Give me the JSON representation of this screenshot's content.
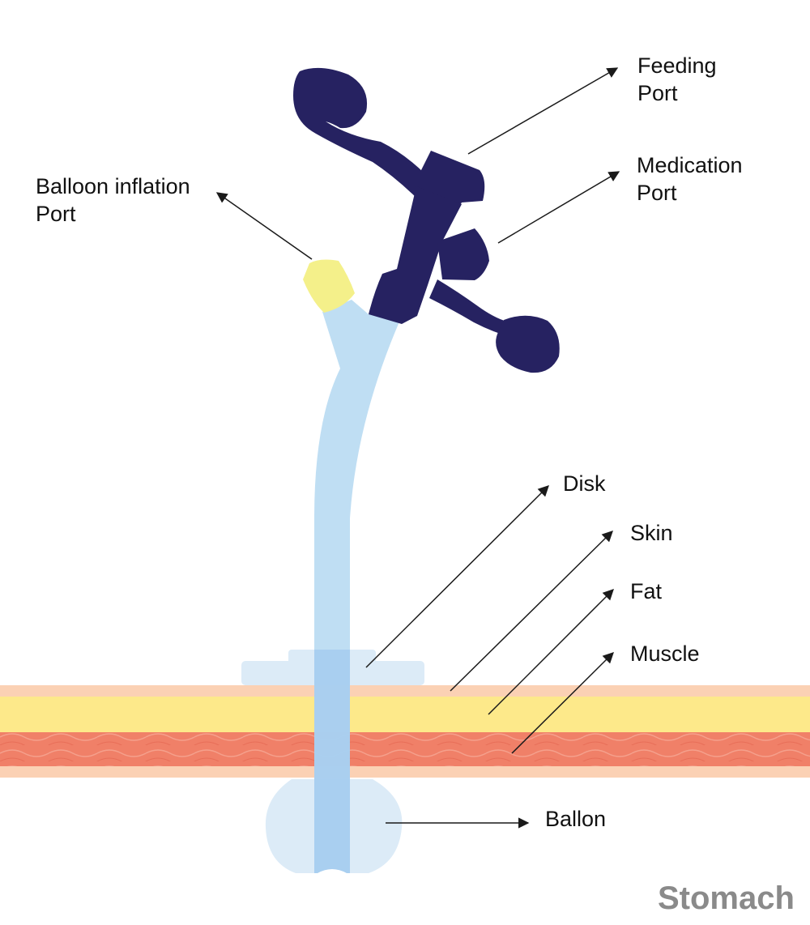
{
  "labels": {
    "feeding_port": [
      "Feeding",
      "Port"
    ],
    "medication_port": [
      "Medication",
      "Port"
    ],
    "balloon_inflation_port": [
      "Balloon inflation",
      "Port"
    ],
    "disk": "Disk",
    "skin": "Skin",
    "fat": "Fat",
    "muscle": "Muscle",
    "balloon": "Ballon",
    "stomach": "Stomach"
  },
  "colors": {
    "connector": "#262261",
    "tube": "#bcdcf2",
    "tube_core": "#a6cdef",
    "balloon_cap": "#f4f08a",
    "skin": "#fbd1b4",
    "fat": "#fde98a",
    "muscle": "#f08068",
    "disk": "#dcebf7",
    "balloon": "#dcebf7",
    "arrow": "#1a1a1a",
    "watermark": "#8a8a8a"
  }
}
